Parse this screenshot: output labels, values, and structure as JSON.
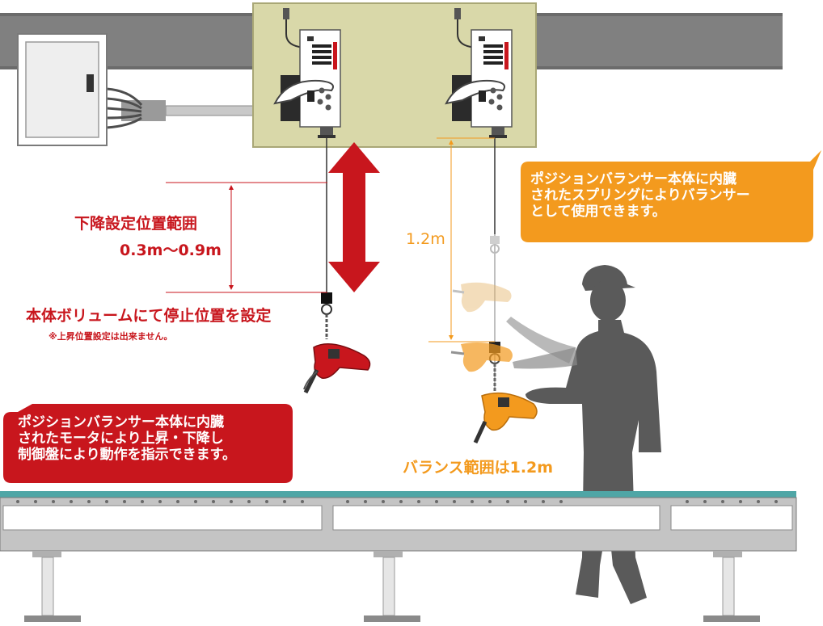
{
  "labels": {
    "descent_range_title": "下降設定位置範囲",
    "descent_range_value": "0.3m〜0.9m",
    "stop_position": "本体ボリュームにて停止位置を設定",
    "note_no_upper": "※上昇位置設定は出来ません。",
    "height_value": "1.2m",
    "balance_range": "バランス範囲は1.2m"
  },
  "callout_motor": {
    "lines": [
      "ポジションバランサー本体に内臓",
      "されたモータにより上昇・下降し",
      "制御盤により動作を指示できます。"
    ]
  },
  "callout_spring": {
    "lines": [
      "ポジションバランサー本体に内臓",
      "されたスプリングによりバランサー",
      "として使用できます。"
    ]
  },
  "colors": {
    "red": "#c8161d",
    "orange": "#f39a1e",
    "olive_panel": "#d9d8a9",
    "beam": "#808080",
    "conveyor_belt": "#4fa6a6",
    "worker": "#5a5a5a"
  },
  "icons": [
    "control-panel-icon",
    "balancer-unit-icon",
    "red-drill-icon",
    "orange-drill-icon",
    "worker-silhouette-icon",
    "double-arrow-icon"
  ]
}
